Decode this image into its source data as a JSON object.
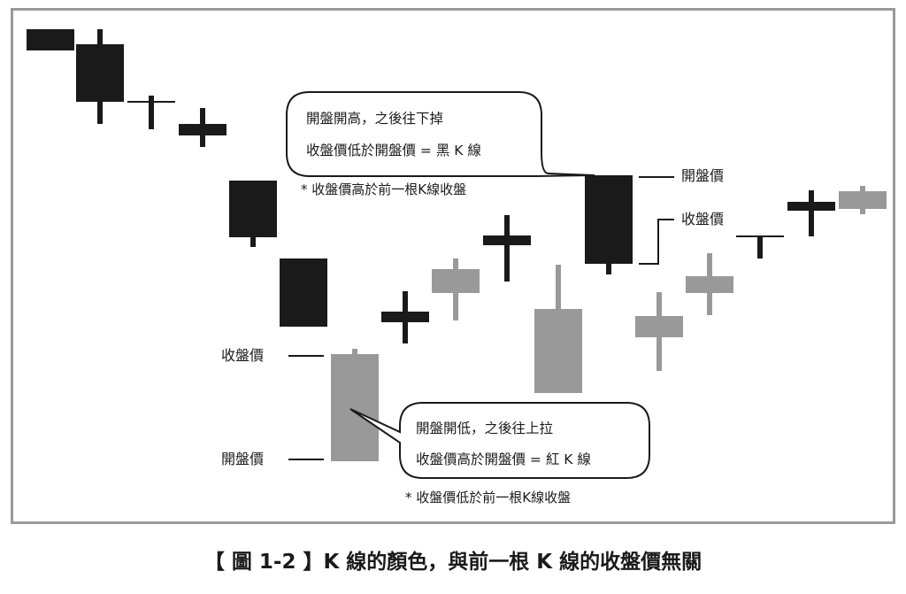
{
  "colors": {
    "black_candle": "#1a1a1a",
    "red_candle": "#999999",
    "frame": "#9a9a9a",
    "text": "#1a1a1a"
  },
  "candles": [
    {
      "type": "black"
    },
    {
      "type": "black"
    },
    {
      "type": "black"
    },
    {
      "type": "black"
    },
    {
      "type": "black"
    },
    {
      "type": "black"
    },
    {
      "type": "red"
    },
    {
      "type": "black"
    },
    {
      "type": "red"
    },
    {
      "type": "black"
    },
    {
      "type": "red"
    },
    {
      "type": "black"
    },
    {
      "type": "red"
    },
    {
      "type": "red"
    },
    {
      "type": "black"
    },
    {
      "type": "black"
    },
    {
      "type": "red"
    }
  ],
  "top_callout": {
    "line1": "開盤開高，之後往下掉",
    "line2": "收盤價低於開盤價 = 黑 K 線",
    "note": "* 收盤價高於前一根K線收盤",
    "open_label": "開盤價",
    "close_label": "收盤價"
  },
  "bottom_callout": {
    "line1": "開盤開低，之後往上拉",
    "line2": "收盤價高於開盤價 = 紅 K 線",
    "note": "* 收盤價低於前一根K線收盤",
    "open_label": "開盤價",
    "close_label": "收盤價"
  },
  "caption": "【 圖 1-2 】K 線的顏色，與前一根 K 線的收盤價無關"
}
